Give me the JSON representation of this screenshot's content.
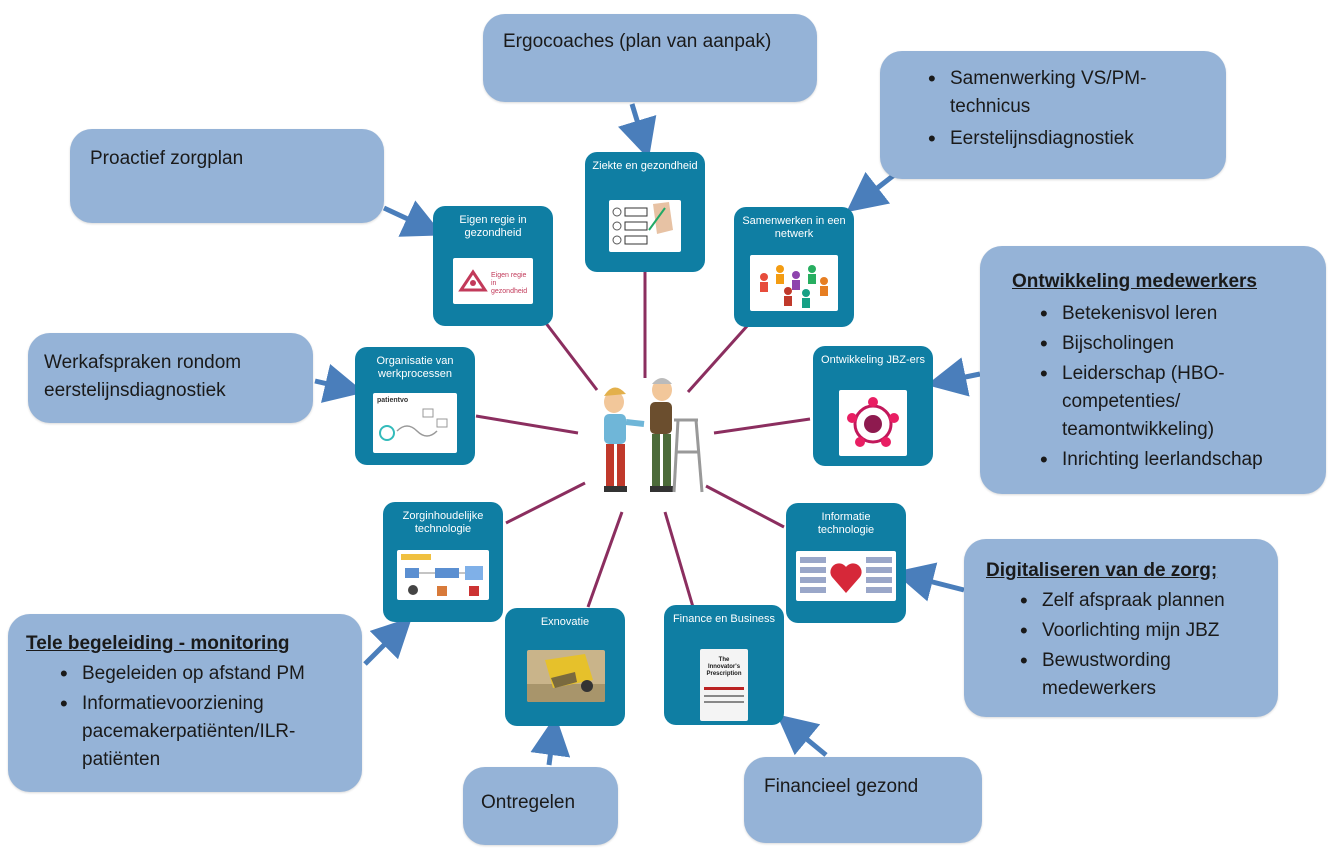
{
  "callouts": {
    "ergocoaches": {
      "text": "Ergocoaches (plan van aanpak)"
    },
    "proactief": {
      "text": "Proactief zorgplan"
    },
    "samenwerking": {
      "items": [
        "Samenwerking VS/PM-technicus",
        "Eerstelijnsdiagnostiek"
      ]
    },
    "ontwikkeling": {
      "heading": "Ontwikkeling medewerkers",
      "items": [
        "Betekenisvol leren",
        "Bijscholingen",
        "Leiderschap (HBO-competenties/ teamontwikkeling)",
        "Inrichting leerlandschap"
      ]
    },
    "werkafspraken": {
      "text": "Werkafspraken rondom eerstelijnsdiagnostiek"
    },
    "digitaliseren": {
      "heading": "Digitaliseren van de zorg;",
      "items": [
        "Zelf afspraak plannen",
        "Voorlichting mijn JBZ",
        "Bewustwording medewerkers"
      ]
    },
    "tele": {
      "heading": "Tele begeleiding - monitoring",
      "items": [
        "Begeleiden op afstand PM",
        "Informatievoorziening pacemakerpatiënten/ILR-patiënten"
      ]
    },
    "ontregelen": {
      "text": "Ontregelen"
    },
    "financieel": {
      "text": "Financieel gezond"
    }
  },
  "tiles": {
    "ziekte": {
      "title": "Ziekte en gezondheid"
    },
    "eigen_regie": {
      "title": "Eigen regie in gezondheid",
      "logo_text": "Eigen regie in gezondheid"
    },
    "samenwerken": {
      "title": "Samenwerken in een netwerk"
    },
    "organisatie": {
      "title": "Organisatie van werkprocessen",
      "logo_text": "patientvo"
    },
    "ontwikkeling": {
      "title": "Ontwikkeling JBZ-ers"
    },
    "zorg_tech": {
      "title": "Zorginhoudelijke technologie"
    },
    "info_tech": {
      "title": "Informatie technologie"
    },
    "exnovatie": {
      "title": "Exnovatie"
    },
    "finance": {
      "title": "Finance en Business",
      "book_title": "The Innovator's Prescription"
    }
  },
  "colors": {
    "callout_fill": "#95b3d7",
    "tile_fill": "#0f7ea3",
    "arrow": "#4a7ebb",
    "spoke": "#8b2e5f"
  },
  "icons": {
    "center": "elderly-person-with-walker-and-caregiver-icon"
  }
}
